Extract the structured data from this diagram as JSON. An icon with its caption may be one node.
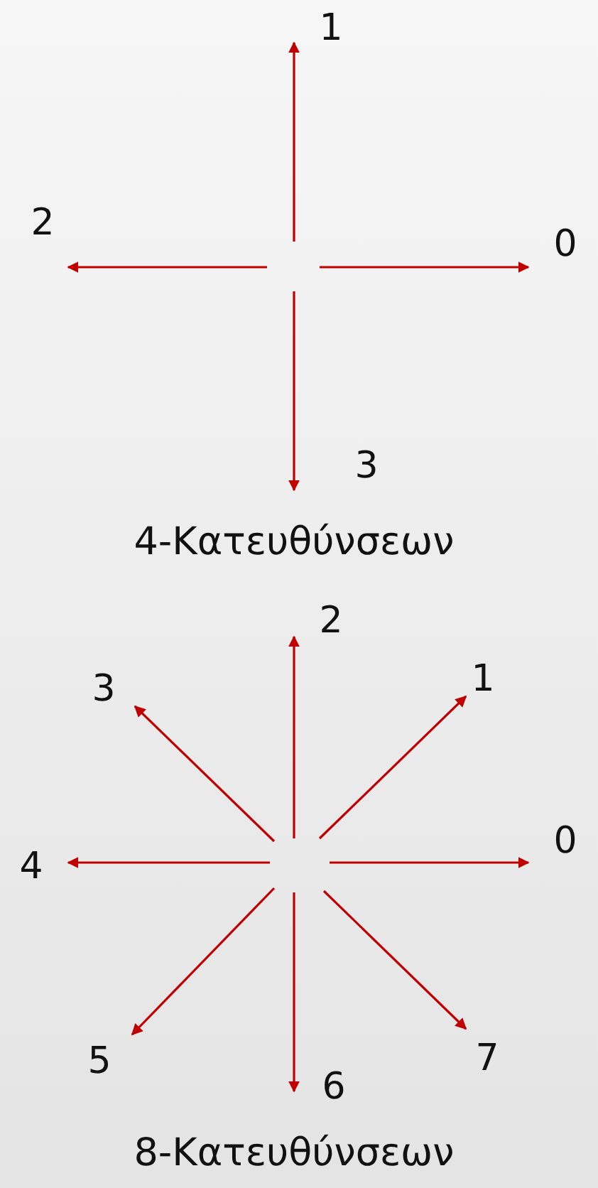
{
  "diagram": {
    "nodes": [
      {
        "text": [
          "1"
        ]
      },
      {
        "text": [
          "2"
        ]
      },
      {
        "text": [
          "0"
        ]
      },
      {
        "text": [
          "3"
        ]
      },
      {
        "text": [
          "2"
        ]
      },
      {
        "text": [
          "3"
        ]
      },
      {
        "text": [
          "1"
        ]
      },
      {
        "text": [
          "4"
        ]
      },
      {
        "text": [
          "0"
        ]
      },
      {
        "text": [
          "5"
        ]
      },
      {
        "text": [
          "7"
        ]
      },
      {
        "text": [
          "6"
        ]
      }
    ],
    "edges": [
      {
        "from": null,
        "to": 0,
        "arrow": "to"
      },
      {
        "from": null,
        "to": 1,
        "arrow": "to"
      },
      {
        "from": null,
        "to": 2,
        "arrow": "to"
      },
      {
        "from": null,
        "to": 3,
        "arrow": "to"
      },
      {
        "from": null,
        "to": 4,
        "arrow": "to"
      },
      {
        "from": null,
        "to": 5,
        "arrow": "to"
      },
      {
        "from": null,
        "to": 6,
        "arrow": "to"
      },
      {
        "from": null,
        "to": 7,
        "arrow": "to"
      },
      {
        "from": null,
        "to": 8,
        "arrow": "to"
      },
      {
        "from": null,
        "to": 9,
        "arrow": "to"
      },
      {
        "from": null,
        "to": 10,
        "arrow": "to"
      },
      {
        "from": null,
        "to": 11,
        "arrow": "to"
      }
    ],
    "labels": [
      "4-Κατευθύνσεων",
      "8-Κατευθύνσεων"
    ]
  }
}
